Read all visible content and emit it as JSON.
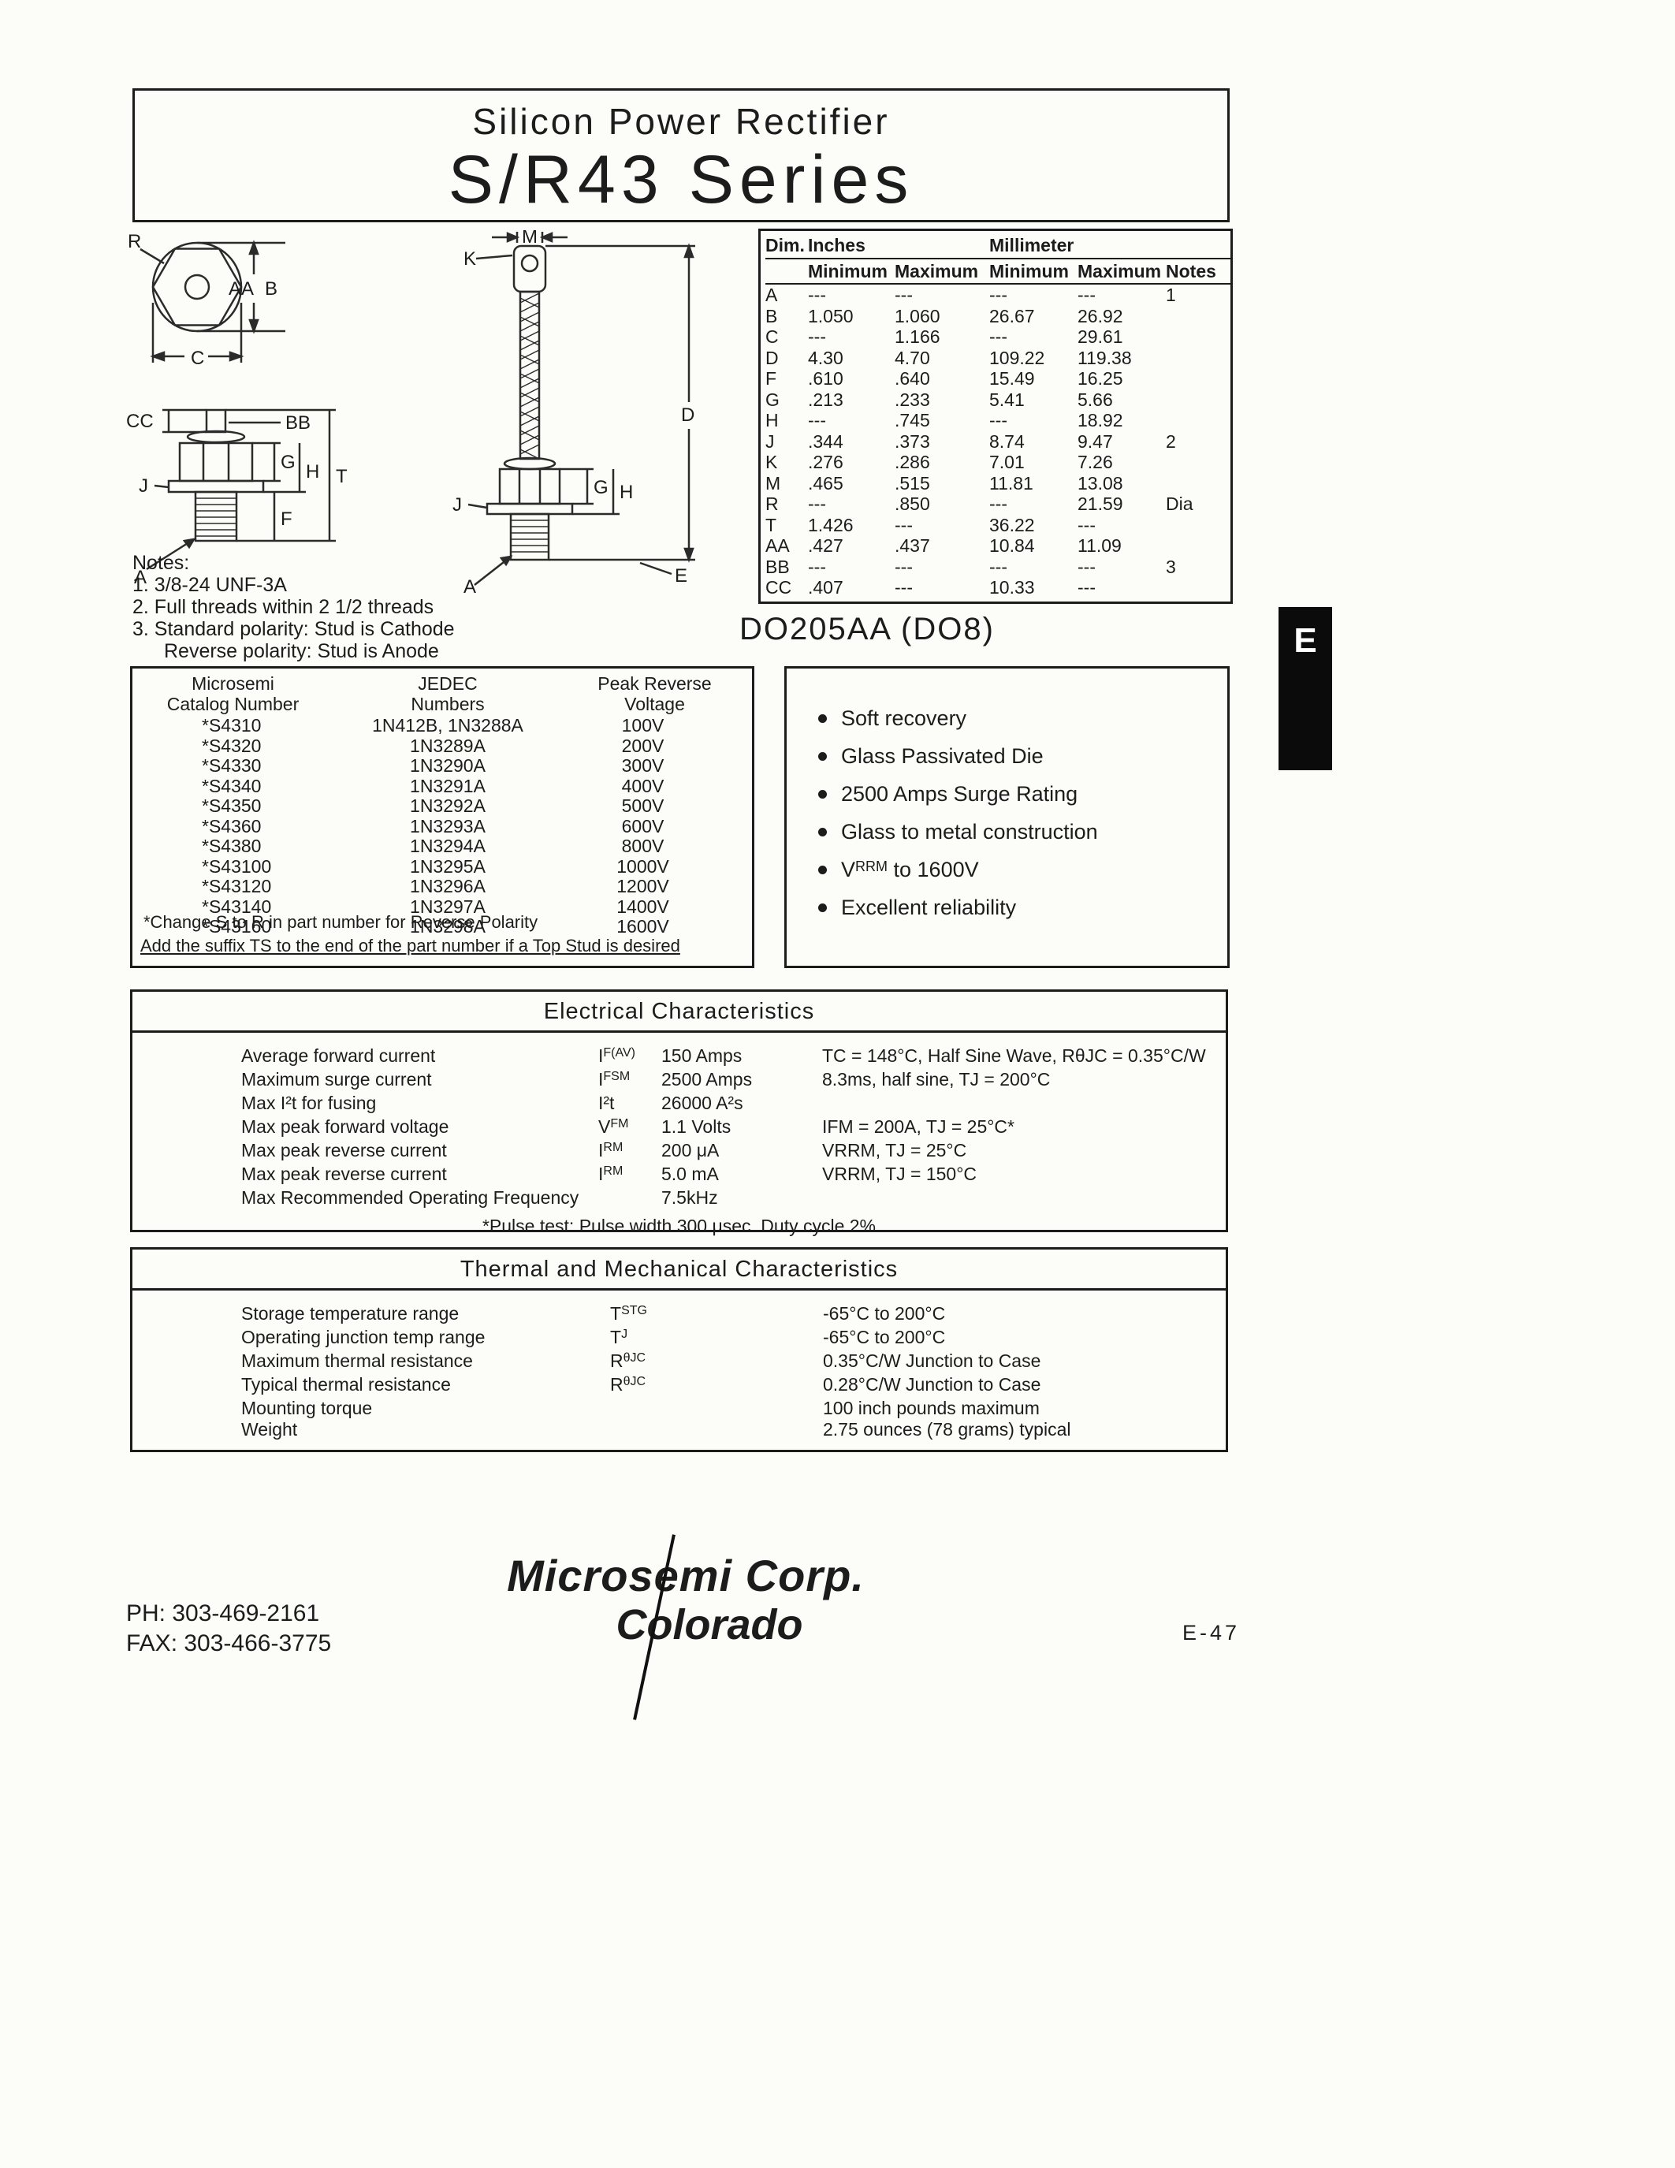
{
  "title": {
    "line1": "Silicon Power Rectifier",
    "line2": "S/R43 Series"
  },
  "package_label": "DO205AA (DO8)",
  "side_tab": "E",
  "dim_table": {
    "headers": {
      "dim": "Dim.",
      "inches": "Inches",
      "mm": "Millimeter",
      "min": "Minimum",
      "max": "Maximum",
      "notes": "Notes"
    },
    "rows": [
      {
        "d": "A",
        "i1": "---",
        "i2": "---",
        "m1": "---",
        "m2": "---",
        "n": "1"
      },
      {
        "d": "B",
        "i1": "1.050",
        "i2": "1.060",
        "m1": "26.67",
        "m2": "26.92",
        "n": ""
      },
      {
        "d": "C",
        "i1": "---",
        "i2": "1.166",
        "m1": "---",
        "m2": "29.61",
        "n": ""
      },
      {
        "d": "D",
        "i1": "4.30",
        "i2": "4.70",
        "m1": "109.22",
        "m2": "119.38",
        "n": ""
      },
      {
        "d": "F",
        "i1": ".610",
        "i2": ".640",
        "m1": "15.49",
        "m2": "16.25",
        "n": ""
      },
      {
        "d": "G",
        "i1": ".213",
        "i2": ".233",
        "m1": "5.41",
        "m2": "5.66",
        "n": ""
      },
      {
        "d": "H",
        "i1": "---",
        "i2": ".745",
        "m1": "---",
        "m2": "18.92",
        "n": ""
      },
      {
        "d": "J",
        "i1": ".344",
        "i2": ".373",
        "m1": "8.74",
        "m2": "9.47",
        "n": "2"
      },
      {
        "d": "K",
        "i1": ".276",
        "i2": ".286",
        "m1": "7.01",
        "m2": "7.26",
        "n": ""
      },
      {
        "d": "M",
        "i1": ".465",
        "i2": ".515",
        "m1": "11.81",
        "m2": "13.08",
        "n": ""
      },
      {
        "d": "R",
        "i1": "---",
        "i2": ".850",
        "m1": "---",
        "m2": "21.59",
        "n": "Dia"
      },
      {
        "d": "T",
        "i1": "1.426",
        "i2": "---",
        "m1": "36.22",
        "m2": "---",
        "n": ""
      },
      {
        "d": "AA",
        "i1": ".427",
        "i2": ".437",
        "m1": "10.84",
        "m2": "11.09",
        "n": ""
      },
      {
        "d": "BB",
        "i1": "---",
        "i2": "---",
        "m1": "---",
        "m2": "---",
        "n": "3"
      },
      {
        "d": "CC",
        "i1": ".407",
        "i2": "---",
        "m1": "10.33",
        "m2": "---",
        "n": ""
      }
    ]
  },
  "notes": {
    "heading": "Notes:",
    "line1": "1.  3/8-24 UNF-3A",
    "line2": "2.  Full threads within 2 1/2 threads",
    "line3": "3.  Standard polarity:  Stud is Cathode",
    "line4": "Reverse polarity:  Stud is Anode"
  },
  "parts_table": {
    "col1_line1": "Microsemi",
    "col1_line2": "Catalog Number",
    "col2_line1": "JEDEC",
    "col2_line2": "Numbers",
    "col3_line1": "Peak Reverse",
    "col3_line2": "Voltage",
    "rows": [
      {
        "cat": "*S4310",
        "jedec": "1N412B, 1N3288A",
        "v": "100V"
      },
      {
        "cat": "*S4320",
        "jedec": "1N3289A",
        "v": "200V"
      },
      {
        "cat": "*S4330",
        "jedec": "1N3290A",
        "v": "300V"
      },
      {
        "cat": "*S4340",
        "jedec": "1N3291A",
        "v": "400V"
      },
      {
        "cat": "*S4350",
        "jedec": "1N3292A",
        "v": "500V"
      },
      {
        "cat": "*S4360",
        "jedec": "1N3293A",
        "v": "600V"
      },
      {
        "cat": "*S4380",
        "jedec": "1N3294A",
        "v": "800V"
      },
      {
        "cat": "*S43100",
        "jedec": "1N3295A",
        "v": "1000V"
      },
      {
        "cat": "*S43120",
        "jedec": "1N3296A",
        "v": "1200V"
      },
      {
        "cat": "*S43140",
        "jedec": "1N3297A",
        "v": "1400V"
      },
      {
        "cat": "*S43160",
        "jedec": "1N3298A",
        "v": "1600V"
      }
    ],
    "footnote1": "*Change S to R in part number for Reverse Polarity",
    "footnote2": "Add the suffix TS to the end of the part number if a Top Stud is desired"
  },
  "features": [
    {
      "pre": "Soft recovery",
      "sub": "",
      "post": ""
    },
    {
      "pre": "Glass Passivated Die",
      "sub": "",
      "post": ""
    },
    {
      "pre": "2500 Amps Surge Rating",
      "sub": "",
      "post": ""
    },
    {
      "pre": "Glass to metal construction",
      "sub": "",
      "post": ""
    },
    {
      "pre": "V",
      "sub": "RRM",
      "post": " to 1600V"
    },
    {
      "pre": "Excellent reliability",
      "sub": "",
      "post": ""
    }
  ],
  "electrical": {
    "title": "Electrical Characteristics",
    "rows": [
      {
        "label": "Average forward current",
        "sym": "I",
        "sub": "F(AV)",
        "value": "150 Amps",
        "cond": "TC = 148°C, Half Sine Wave, RθJC = 0.35°C/W"
      },
      {
        "label": "Maximum surge current",
        "sym": "I",
        "sub": "FSM",
        "value": "2500 Amps",
        "cond": "8.3ms, half sine, TJ = 200°C"
      },
      {
        "label": "Max I²t for fusing",
        "sym": "I²t",
        "sub": "",
        "value": "26000 A²s",
        "cond": ""
      },
      {
        "label": "Max peak forward voltage",
        "sym": "V",
        "sub": "FM",
        "value": "1.1 Volts",
        "cond": "IFM = 200A, TJ = 25°C*"
      },
      {
        "label": "Max peak reverse current",
        "sym": "I",
        "sub": "RM",
        "value": "200 μA",
        "cond": "VRRM, TJ = 25°C"
      },
      {
        "label": "Max peak reverse current",
        "sym": "I",
        "sub": "RM",
        "value": "5.0 mA",
        "cond": "VRRM, TJ = 150°C"
      },
      {
        "label": "Max Recommended Operating Frequency",
        "sym": "",
        "sub": "",
        "value": "7.5kHz",
        "cond": ""
      }
    ],
    "footnote": "*Pulse test:  Pulse width 300 μsec.  Duty cycle 2%"
  },
  "thermal": {
    "title": "Thermal and Mechanical Characteristics",
    "rows": [
      {
        "label": "Storage temperature range",
        "sym": "T",
        "sub": "STG",
        "value": "-65°C to 200°C"
      },
      {
        "label": "Operating junction temp range",
        "sym": "T",
        "sub": "J",
        "value": "-65°C to 200°C"
      },
      {
        "label": "Maximum thermal resistance",
        "sym": "R",
        "sub": "θJC",
        "value": "0.35°C/W Junction to Case"
      },
      {
        "label": "Typical thermal resistance",
        "sym": "R",
        "sub": "θJC",
        "value": "0.28°C/W Junction to Case"
      },
      {
        "label": "Mounting torque",
        "sym": "",
        "sub": "",
        "value": "100 inch pounds maximum"
      },
      {
        "label": "Weight",
        "sym": "",
        "sub": "",
        "value": "2.75 ounces (78 grams) typical"
      }
    ]
  },
  "footer": {
    "phone": "PH:  303-469-2161",
    "fax": "FAX: 303-466-3775",
    "logo_line1": "Microsemi Corp.",
    "logo_line2": "Colorado",
    "page_ref": "E-47"
  },
  "drawing": {
    "front": {
      "R": "R",
      "AA": "AA",
      "B": "B",
      "C": "C",
      "BB": "BB",
      "CC": "CC",
      "G": "G",
      "H": "H",
      "T": "T",
      "J": "J",
      "A": "A",
      "F": "F"
    },
    "side": {
      "K": "K",
      "M": "M",
      "D": "D",
      "G": "G",
      "H": "H",
      "J": "J",
      "A": "A",
      "E": "E"
    }
  }
}
